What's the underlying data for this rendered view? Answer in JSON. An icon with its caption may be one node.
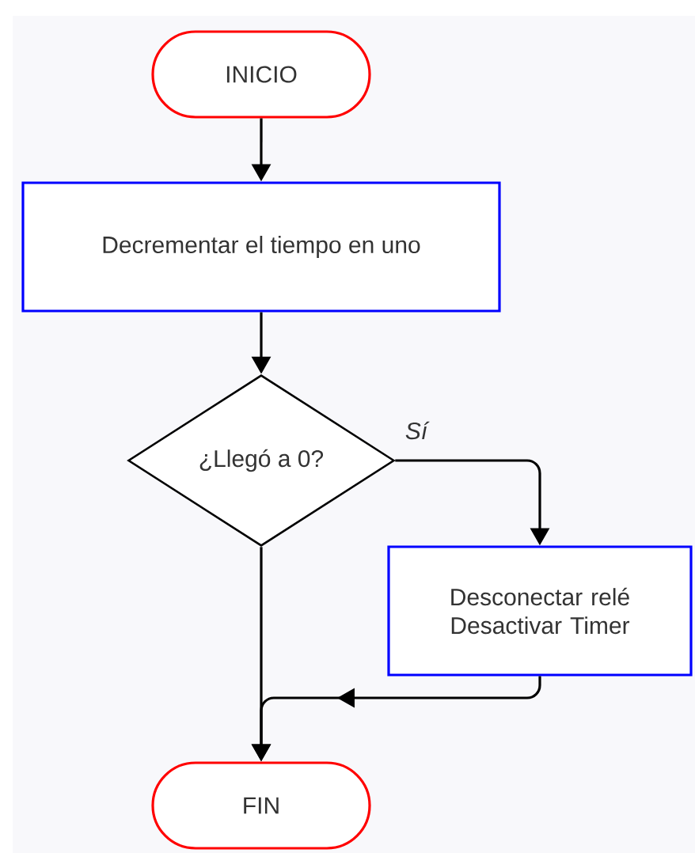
{
  "diagram": {
    "nodes": [
      {
        "text": [
          "INICIO"
        ]
      },
      {
        "text": [
          "Decrementar el tiempo en uno"
        ]
      },
      {
        "text": [
          "¿Llegó a 0?"
        ]
      },
      {
        "text": [
          "Desconectar relé Desactivar Timer"
        ]
      },
      {
        "text": [
          "FIN"
        ]
      }
    ],
    "edges": [
      {
        "from": 0,
        "to": 1,
        "arrow": "to"
      },
      {
        "from": 1,
        "to": 2,
        "arrow": "to"
      },
      {
        "from": 2,
        "to": 3,
        "arrow": "to",
        "label": "Sí"
      },
      {
        "from": 2,
        "to": 4,
        "arrow": "to"
      },
      {
        "from": 3,
        "to": 4,
        "arrow": "to"
      }
    ]
  }
}
